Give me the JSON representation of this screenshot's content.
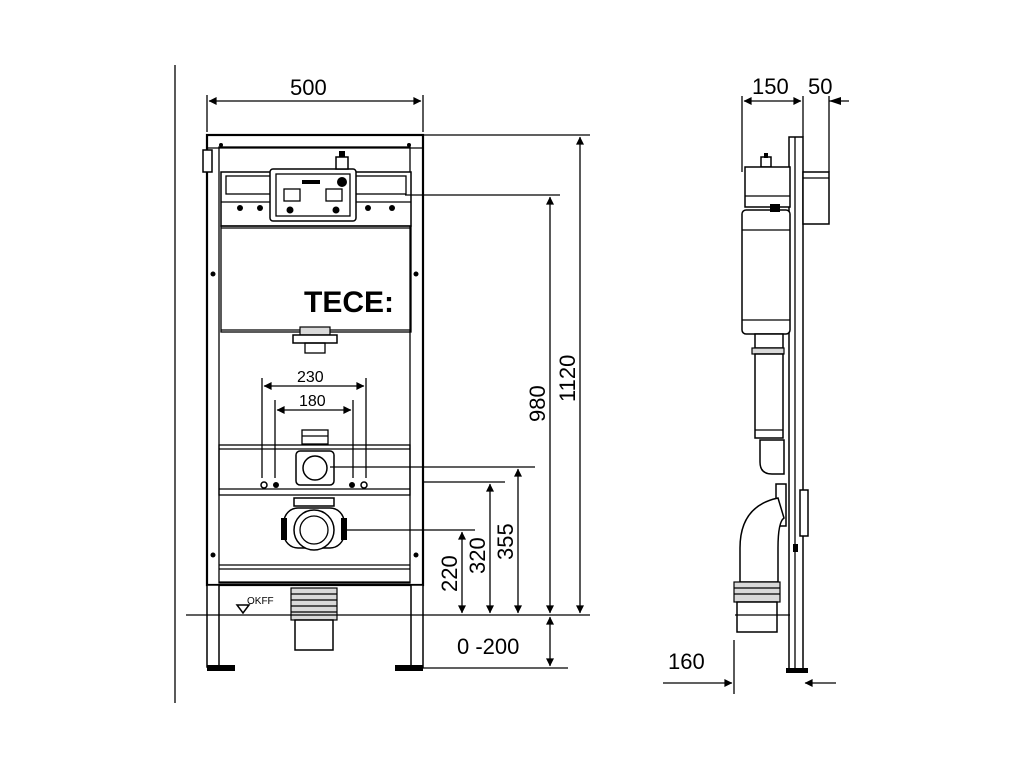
{
  "brand": {
    "logo_text": "TECE:"
  },
  "floor_marker": "OKFF",
  "front_view": {
    "width": "500",
    "height_total": "1120",
    "height_actuator": "980",
    "height_355": "355",
    "height_320": "320",
    "height_220": "220",
    "floor_adjust": "0 -200",
    "spacing_230": "230",
    "spacing_180": "180"
  },
  "side_view": {
    "depth_150": "150",
    "depth_50": "50",
    "depth_160": "160"
  }
}
